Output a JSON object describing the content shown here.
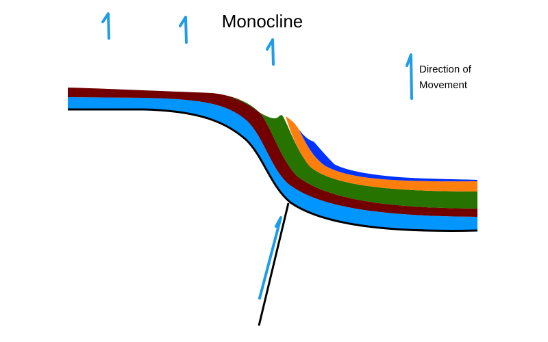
{
  "title": "Monocline",
  "legend": {
    "label": "Direction of\nMovement",
    "icon": "upward-movement-arrow"
  },
  "colors": {
    "arrow": "#1e9be9",
    "layer_light_blue": "#0095ff",
    "layer_maroon": "#730000",
    "layer_green": "#267300",
    "layer_orange": "#ff7f0e",
    "layer_blue": "#0033ff",
    "outline": "#000000"
  }
}
